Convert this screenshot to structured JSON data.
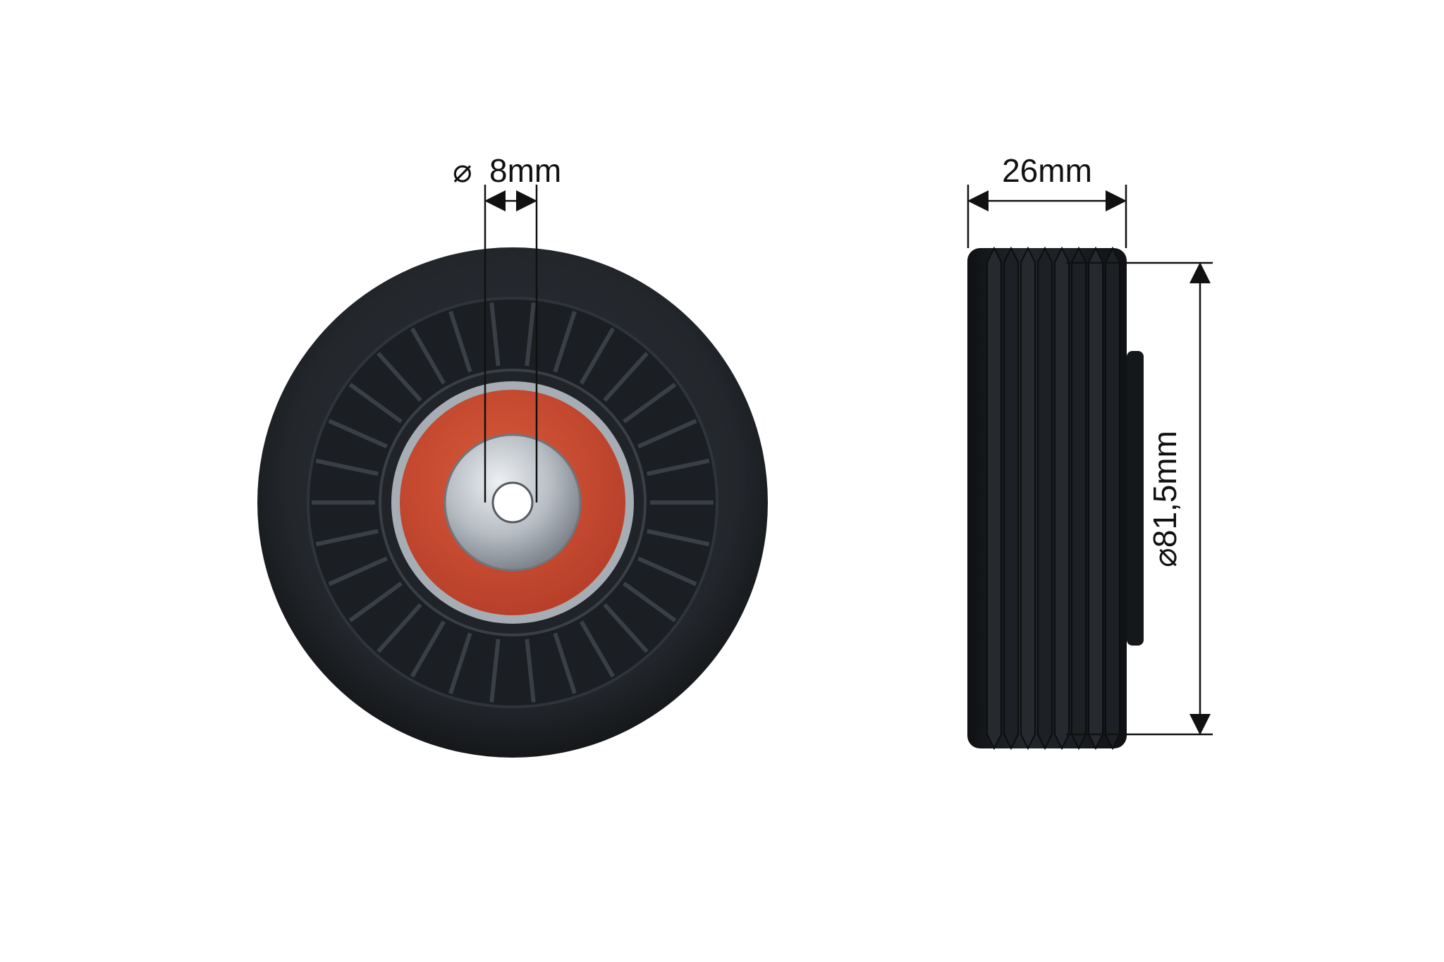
{
  "dimensions": {
    "bore_diameter": {
      "symbol": "⌀",
      "value": "8mm"
    },
    "width": {
      "value": "26mm"
    },
    "outer_diameter": {
      "symbol": "⌀",
      "value": "81,5mm"
    }
  },
  "colors": {
    "pulley_body": "#1f2226",
    "pulley_rim": "#2a2e33",
    "seal": "#cf4b2f",
    "bearing_race": "#b9bec4",
    "dimension_line": "#111111"
  }
}
